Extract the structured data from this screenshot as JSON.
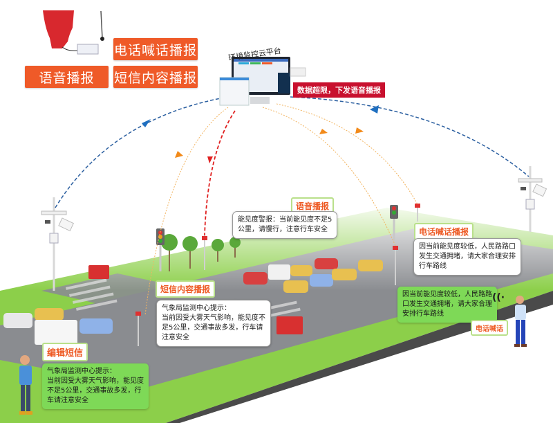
{
  "device_labels": {
    "phone_broadcast": "电话喊话播报",
    "voice_broadcast": "语音播报",
    "sms_broadcast": "短信内容播报"
  },
  "platform": {
    "title": "环境监控云平台",
    "alert": "数据超限，下发语音播报"
  },
  "scenes": {
    "voice": {
      "tag": "语音播报",
      "bubble_lines": [
        "能见度警报：当前能见度不足5",
        "公里，请慢行，注意行车安全"
      ]
    },
    "phone_display": {
      "tag": "电话喊话播报",
      "bubble_lines": [
        "因当前能见度较低，人民路路口",
        "发生交通拥堵，请大家合理安排",
        "行车路线"
      ]
    },
    "sms_display": {
      "tag": "短信内容播报",
      "bubble_lines": [
        "气象局监测中心提示：",
        "当前因受大雾天气影响，能见度不",
        "足5公里，交通事故多发，行车请",
        "注意安全"
      ]
    },
    "phone_call": {
      "tag": "电话喊话",
      "bubble_lines": [
        "因当前能见度较低，人民路路",
        "口发生交通拥堵，请大家合理",
        "安排行车路线"
      ]
    },
    "sms_edit": {
      "tag": "编辑短信",
      "bubble_lines": [
        "气象局监测中心提示：",
        "当前因受大雾天气影响，能见度",
        "不足5公里，交通事故多发，行",
        "车请注意安全"
      ]
    }
  },
  "colors": {
    "orange_button": "#ef5a28",
    "alert_red": "#c8102e",
    "grass_green": "#8ccf4a",
    "bubble_green": "#7ed957",
    "road_gray": "#8a8c90",
    "arrow_blue": "#1f6fc0",
    "arrow_orange": "#f28a1a",
    "arrow_red": "#e02020"
  },
  "icons": {
    "siren": "speaker-horn-icon",
    "controller": "wireless-controller-icon",
    "monitor": "monitor-icon",
    "signal": "signal-waves-icon"
  }
}
